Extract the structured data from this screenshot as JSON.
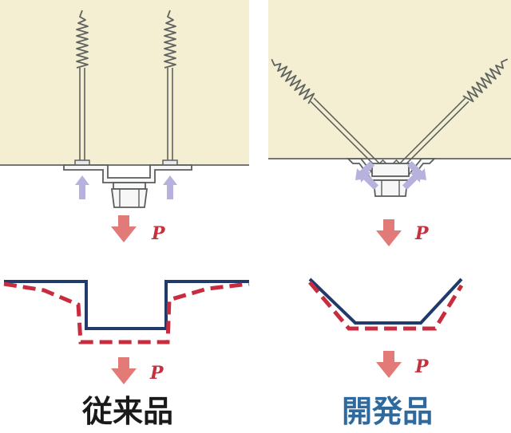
{
  "colors": {
    "wood": "#f4eed2",
    "screw": "#5f6360",
    "bracket": "#5a5e5b",
    "push_arrow": "#b7b1dd",
    "load_arrow": "#e27a78",
    "deformed": "#c72d3f",
    "original": "#1f3a6b",
    "label_conventional": "#1a1a1a",
    "label_developed": "#2e6a9e",
    "load_label_color": "#c4323e"
  },
  "icons": [
    "screw-icon",
    "push-arrow-icon",
    "load-arrow-icon"
  ],
  "conventional": {
    "label": "従来品",
    "load_label": "P"
  },
  "developed": {
    "label": "開発品",
    "load_label": "P"
  }
}
